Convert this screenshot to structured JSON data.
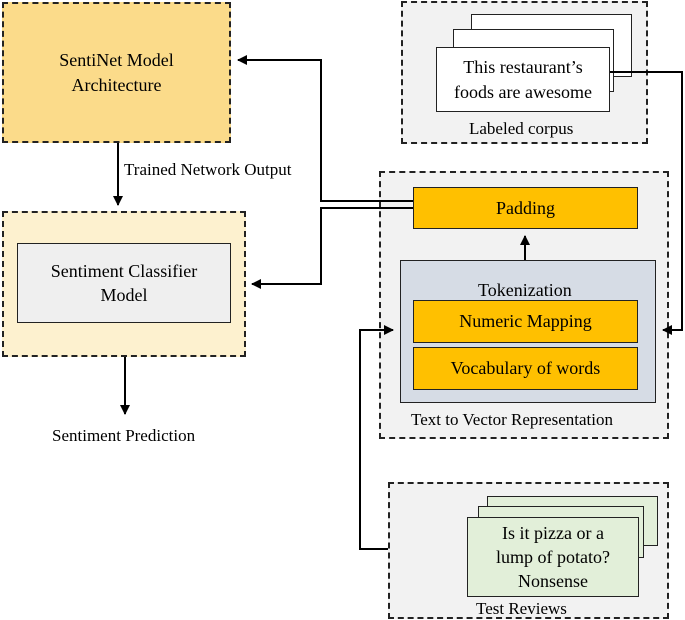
{
  "architecture": {
    "label_line1": "SentiNet Model",
    "label_line2": "Architecture"
  },
  "trained_output_label": "Trained Network Output",
  "classifier": {
    "label_line1": "Sentiment Classifier",
    "label_line2": "Model"
  },
  "prediction_label": "Sentiment Prediction",
  "labeled_corpus": {
    "doc_line1": "This restaurant’s",
    "doc_line2": "foods are awesome",
    "caption": "Labeled corpus"
  },
  "text_to_vector": {
    "padding": "Padding",
    "tokenization": "Tokenization",
    "numeric_mapping": "Numeric Mapping",
    "vocabulary": "Vocabulary of words",
    "caption": "Text to Vector Representation"
  },
  "test_reviews": {
    "doc_line1": "Is it pizza or a",
    "doc_line2": "lump of potato?",
    "doc_line3": "Nonsense",
    "caption": "Test Reviews"
  },
  "colors": {
    "architecture_fill": "#fbdb8a",
    "classifier_panel_fill": "#fdf1cf",
    "classifier_box_fill": "#efefef",
    "gray_panel_fill": "#f2f2f2",
    "orange_fill": "#ffc000",
    "tokenization_fill": "#d6dce5",
    "test_doc_fill": "#e2efd9"
  }
}
